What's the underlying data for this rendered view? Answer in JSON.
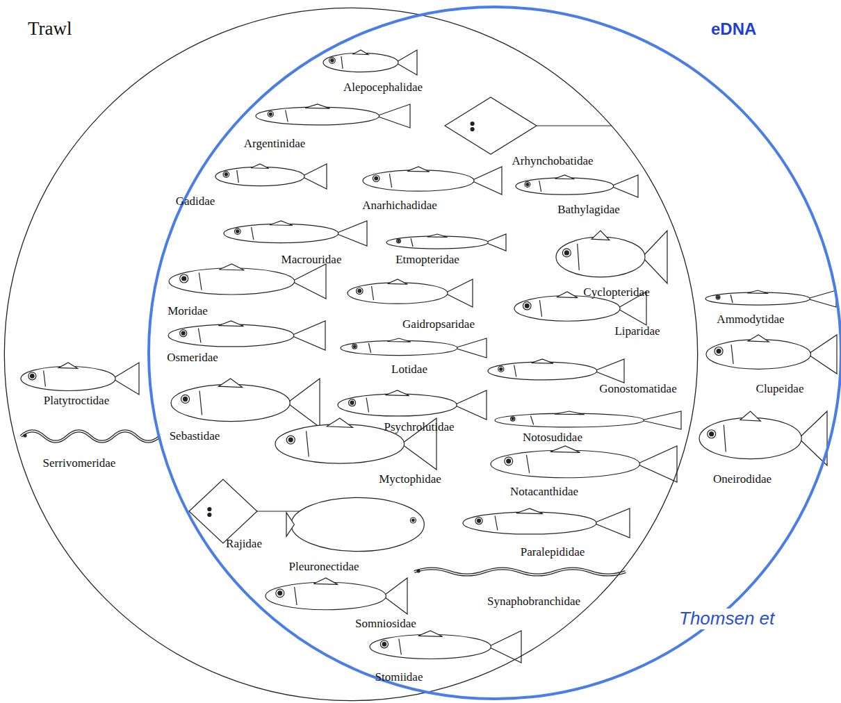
{
  "diagram": {
    "nodes": [
      {
        "text": [
          "Trawl"
        ]
      },
      {
        "text": [
          "eDNA"
        ]
      }
    ],
    "labels": [
      "Alepocephalidae",
      "Argentinidae",
      "Arhynchobatidae",
      "Gadidae",
      "Anarhichadidae",
      "Bathylagidae",
      "Macrouridae",
      "Etmopteridae",
      "Cyclopteridae",
      "Moridae",
      "Gaidropsaridae",
      "Liparidae",
      "Osmeridae",
      "Lotidae",
      "Gonostomatidae",
      "Platytroctidae",
      "Sebastidae",
      "Psychrolutidae",
      "Notosudidae",
      "Serrivomeridae",
      "Myctophidae",
      "Notacanthidae",
      "Rajidae",
      "Pleuronectidae",
      "Paralepididae",
      "Synaphobranchidae",
      "Somniosidae",
      "Stomiidae",
      "Ammodytidae",
      "Clupeidae",
      "Oneirodidae",
      "Thomsen et"
    ]
  }
}
